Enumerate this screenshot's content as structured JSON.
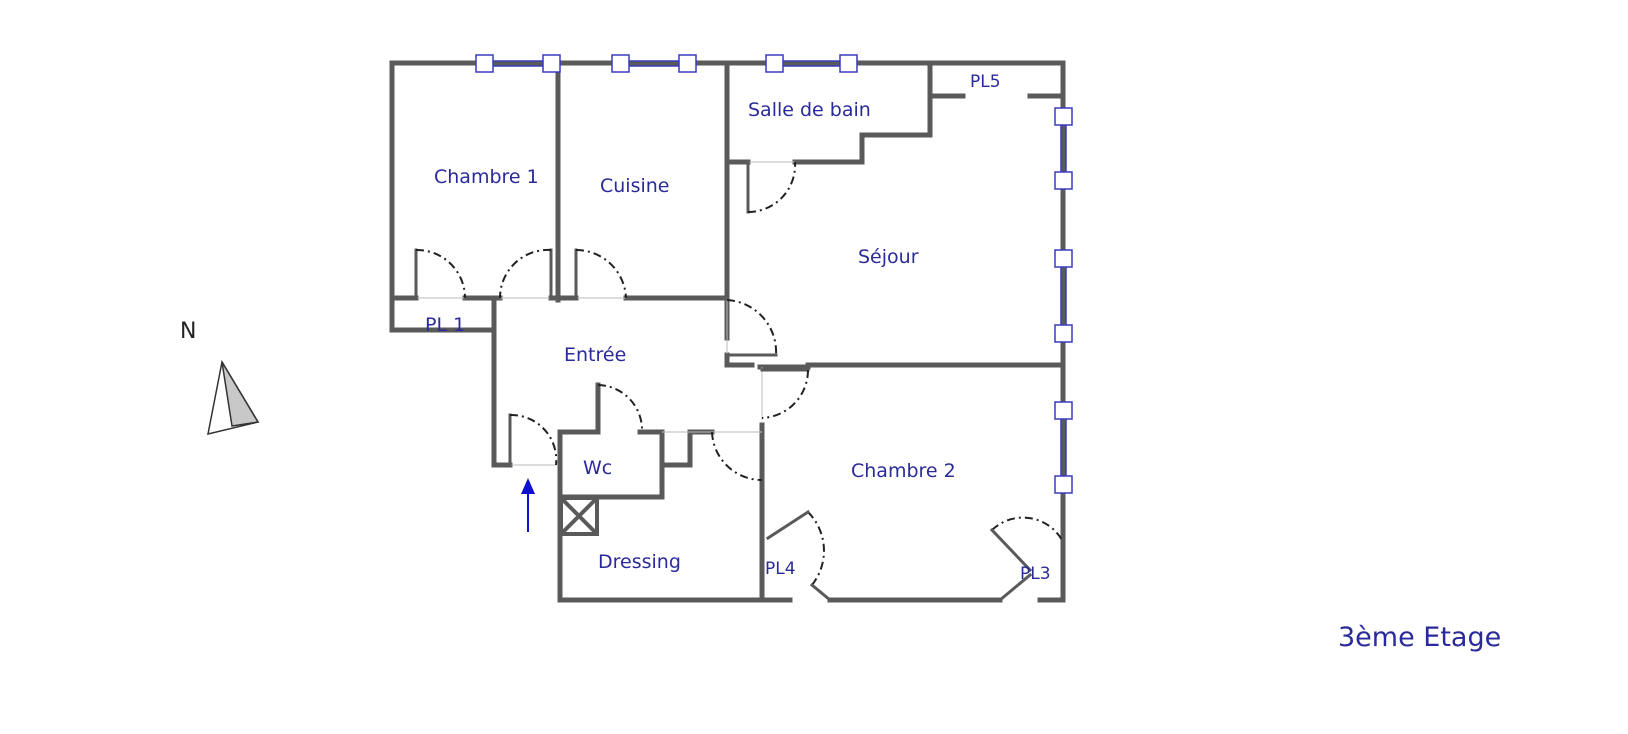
{
  "plan": {
    "rooms": {
      "chambre1": "Chambre 1",
      "cuisine": "Cuisine",
      "salle_de_bain": "Salle de bain",
      "sejour": "Séjour",
      "pl5": "PL5",
      "pl1": "PL 1",
      "entree": "Entrée",
      "wc": "Wc",
      "dressing": "Dressing",
      "chambre2": "Chambre 2",
      "pl4": "PL4",
      "pl3": "PL3"
    },
    "north_label": "N",
    "floor_label": "3ème Etage"
  },
  "colors": {
    "wall": "#5a5a5a",
    "label": "#2a2a9a",
    "window": "#3a3ac0",
    "entry_arrow": "#1010d0"
  }
}
